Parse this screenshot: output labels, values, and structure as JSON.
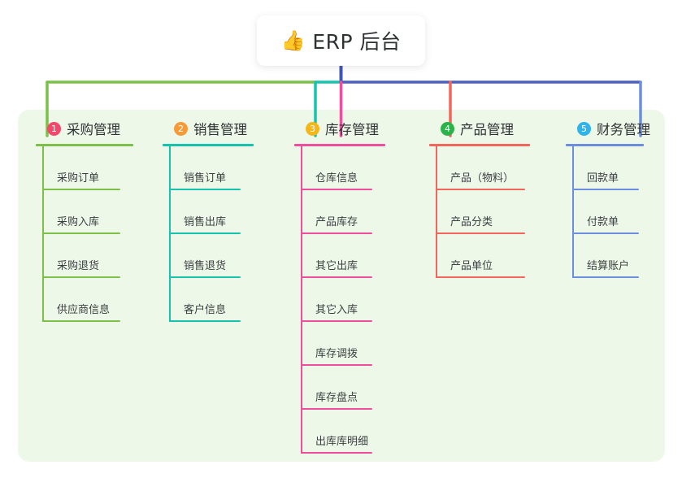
{
  "root": {
    "icon": "thumbs-up-icon",
    "emoji": "👍",
    "title": "ERP 后台"
  },
  "colors": {
    "panel_bg": "#eef8e9",
    "page_bg": "#ffffff",
    "root_bus": "#4055b4",
    "col1": "#7cc04a",
    "col2": "#16c3ac",
    "col3": "#ee4e9b",
    "col4": "#f4655c",
    "col5": "#6b8ede",
    "badge1": "#f2486b",
    "badge2": "#f79a37",
    "badge3": "#f5b618",
    "badge4": "#2bb34a",
    "badge5": "#2fb4e9",
    "text": "#2f3233",
    "item_text": "#3c3f41"
  },
  "columns": [
    {
      "number": "1",
      "title": "采购管理",
      "badge_color": "#f2486b",
      "line_color": "#7cc04a",
      "items": [
        {
          "label": "采购订单"
        },
        {
          "label": "采购入库"
        },
        {
          "label": "采购退货"
        },
        {
          "label": "供应商信息"
        }
      ]
    },
    {
      "number": "2",
      "title": "销售管理",
      "badge_color": "#f79a37",
      "line_color": "#16c3ac",
      "items": [
        {
          "label": "销售订单"
        },
        {
          "label": "销售出库"
        },
        {
          "label": "销售退货"
        },
        {
          "label": "客户信息"
        }
      ]
    },
    {
      "number": "3",
      "title": "库存管理",
      "badge_color": "#f5b618",
      "line_color": "#ee4e9b",
      "items": [
        {
          "label": "仓库信息"
        },
        {
          "label": "产品库存"
        },
        {
          "label": "其它出库"
        },
        {
          "label": "其它入库"
        },
        {
          "label": "库存调拨"
        },
        {
          "label": "库存盘点"
        },
        {
          "label": "出库库明细"
        }
      ]
    },
    {
      "number": "4",
      "title": "产品管理",
      "badge_color": "#2bb34a",
      "line_color": "#f4655c",
      "items": [
        {
          "label": "产品（物料）"
        },
        {
          "label": "产品分类"
        },
        {
          "label": "产品单位"
        }
      ]
    },
    {
      "number": "5",
      "title": "财务管理",
      "badge_color": "#2fb4e9",
      "line_color": "#6b8ede",
      "items": [
        {
          "label": "回款单"
        },
        {
          "label": "付款单"
        },
        {
          "label": "结算账户"
        }
      ]
    }
  ]
}
